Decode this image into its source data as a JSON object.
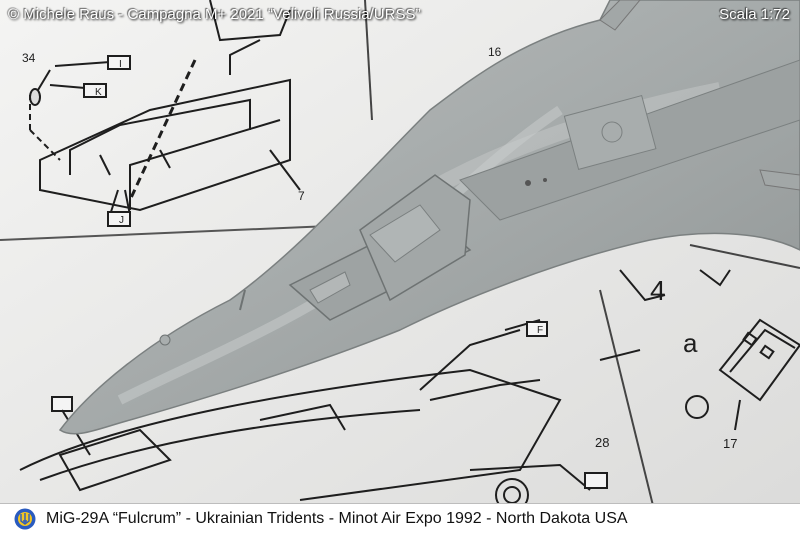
{
  "photo": {
    "credit": "© Michele Raus - Campagna M+ 2021 “Velivoli Russia/URSS”",
    "scale": "Scala 1:72",
    "caption": "MiG-29A “Fulcrum” - Ukrainian Tridents - Minot Air Expo 1992 - North Dakota USA",
    "instruction_labels": [
      "34",
      "16",
      "7",
      "28",
      "17",
      "I",
      "K",
      "J",
      "F",
      "a",
      "4"
    ],
    "emblem_icon": "ukrainian-trident-roundel-icon"
  },
  "colors": {
    "paper": "#f1f1ef",
    "line_art": "#1e1e1e",
    "model_grey": "#a9aeae",
    "caption_bg": "#ffffff",
    "emblem_blue": "#2a5bbf",
    "emblem_yellow": "#f2c521"
  }
}
